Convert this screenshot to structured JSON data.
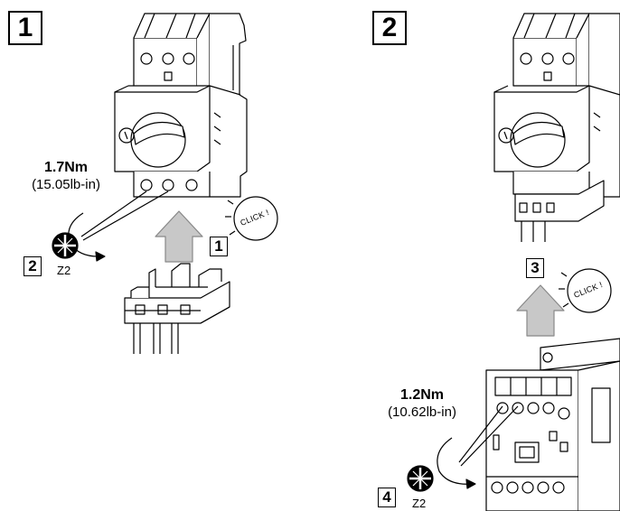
{
  "panels": [
    {
      "step": "1",
      "torque_nm": "1.7Nm",
      "torque_lbin": "(15.05lb-in)",
      "screw_step": "2",
      "tool": "Z2",
      "attach_step": "1",
      "click": "CLICK !"
    },
    {
      "step": "2",
      "torque_nm": "1.2Nm",
      "torque_lbin": "(10.62lb-in)",
      "screw_step": "4",
      "tool": "Z2",
      "attach_step": "3",
      "click": "CLICK !"
    }
  ],
  "colors": {
    "line": "#000000",
    "arrow_fill": "#c8c8c8",
    "device_fill": "#ffffff"
  },
  "icons": [
    "rotation-arrow-icon",
    "pozidriv-screwdriver-icon",
    "push-up-arrow-icon",
    "click-burst-icon"
  ]
}
